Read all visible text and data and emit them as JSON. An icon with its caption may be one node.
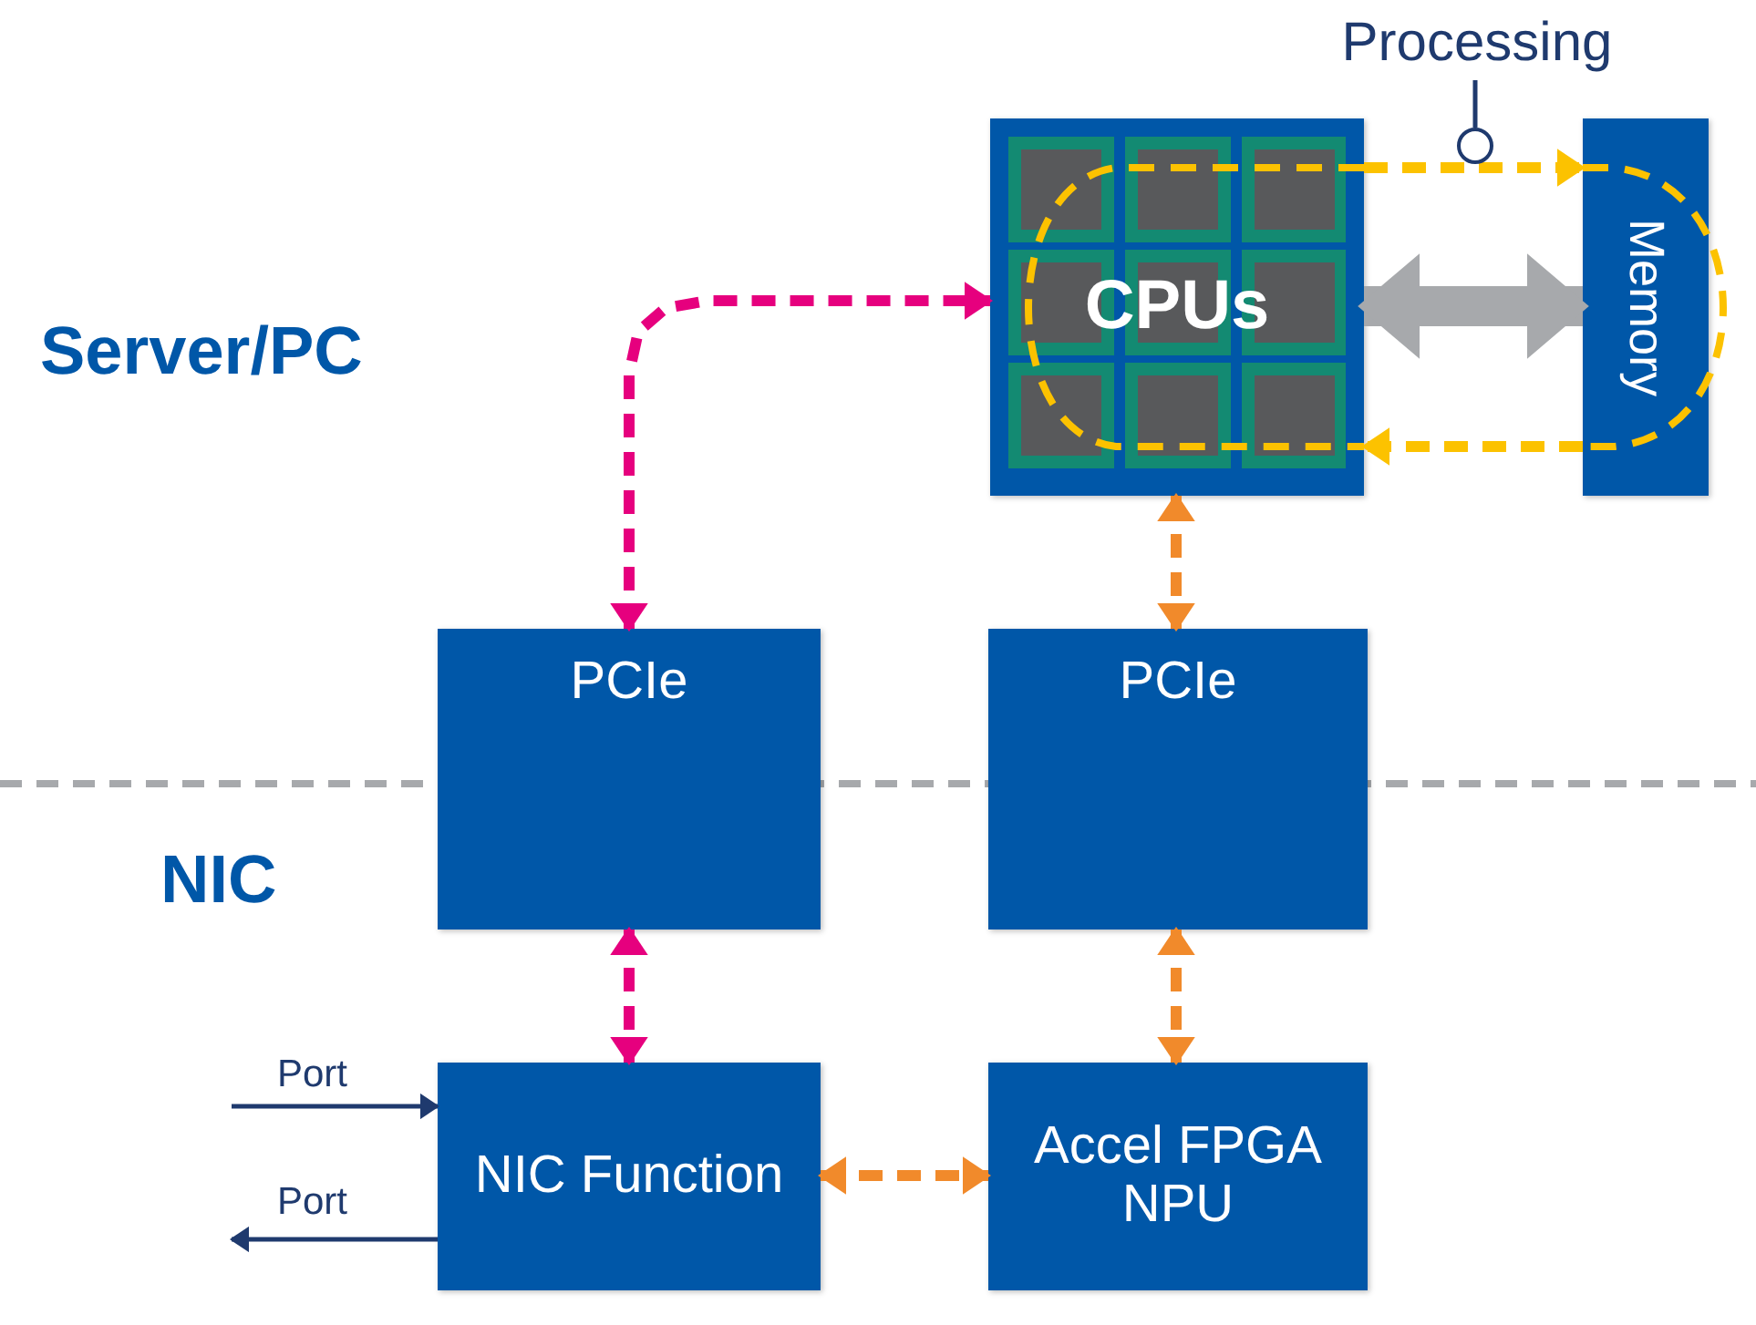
{
  "diagram": {
    "nodes": [
      {
        "text": [
          "CPUs"
        ]
      },
      {
        "text": [
          "Memory"
        ]
      },
      {
        "text": [
          "PCIe"
        ]
      },
      {
        "text": [
          "PCIe"
        ]
      },
      {
        "text": [
          "NIC Function"
        ]
      },
      {
        "text": [
          "Accel FPGA NPU"
        ]
      },
      {
        "text": [
          "Processing"
        ]
      },
      {
        "text": [],
        "shape": "circle"
      }
    ],
    "edges": [
      {
        "from": 0,
        "to": 1,
        "arrow": "to",
        "style": "dashed",
        "color": "#fcc200"
      },
      {
        "from": 1,
        "to": 0,
        "arrow": "to",
        "style": "dashed",
        "color": "#fcc200"
      },
      {
        "from": 0,
        "to": 1,
        "arrow": "both",
        "style": "thick",
        "color": "#a7a9ac"
      },
      {
        "from": 2,
        "to": 0,
        "arrow": "both",
        "style": "dashed",
        "color": "#e6007e"
      },
      {
        "from": 0,
        "to": 3,
        "arrow": "both",
        "style": "dashed",
        "color": "#f18a2b"
      },
      {
        "from": 2,
        "to": 4,
        "arrow": "both",
        "style": "dashed",
        "color": "#e6007e"
      },
      {
        "from": 3,
        "to": 5,
        "arrow": "both",
        "style": "dashed",
        "color": "#f18a2b"
      },
      {
        "from": 4,
        "to": 5,
        "arrow": "both",
        "style": "dashed",
        "color": "#f18a2b"
      },
      {
        "from": null,
        "to": 4,
        "label": "Port",
        "arrow": "to",
        "color": "#1f3a6e"
      },
      {
        "from": 4,
        "to": null,
        "label": "Port",
        "arrow": "to",
        "color": "#1f3a6e"
      },
      {
        "from": 6,
        "to": 7,
        "arrow": "none",
        "color": "#1f3a6e"
      }
    ],
    "labels": [
      "Server/PC",
      "NIC"
    ]
  }
}
